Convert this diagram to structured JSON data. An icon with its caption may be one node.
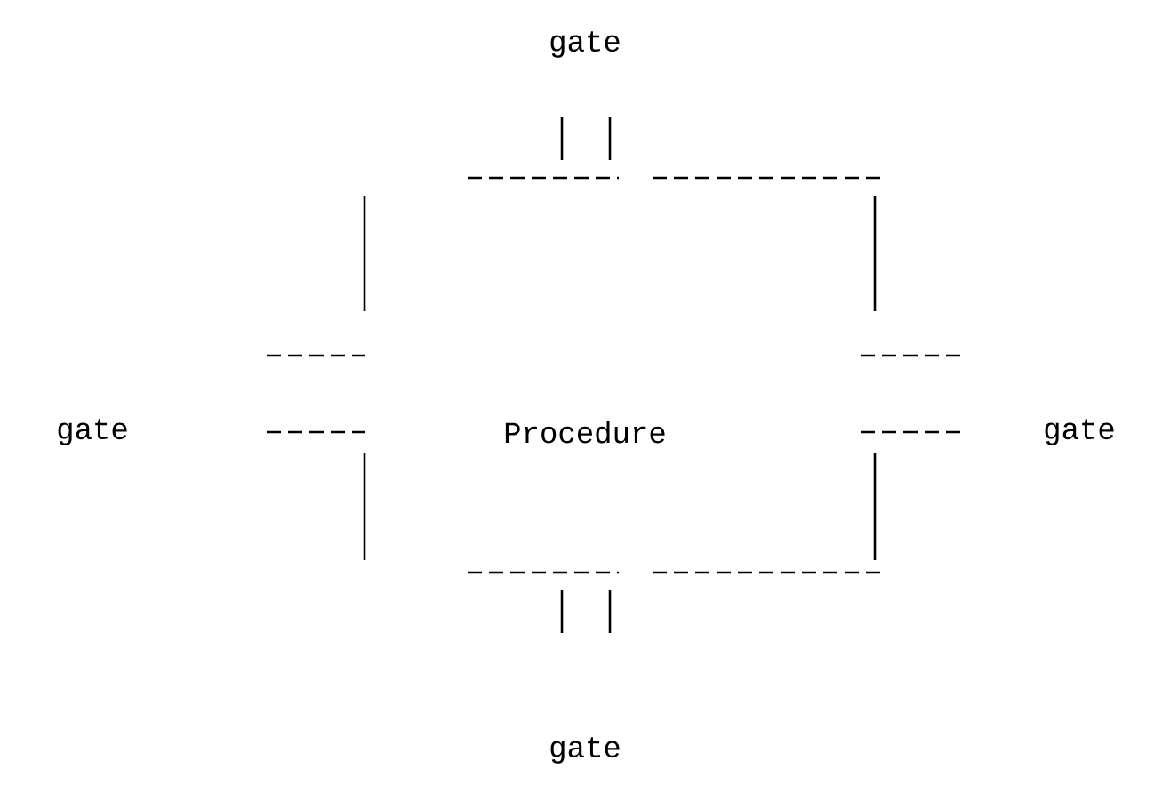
{
  "diagram": {
    "nodes": [
      {
        "text": [
          "Procedure"
        ]
      }
    ],
    "labels": [
      "gate",
      "gate",
      "gate",
      "gate"
    ]
  }
}
